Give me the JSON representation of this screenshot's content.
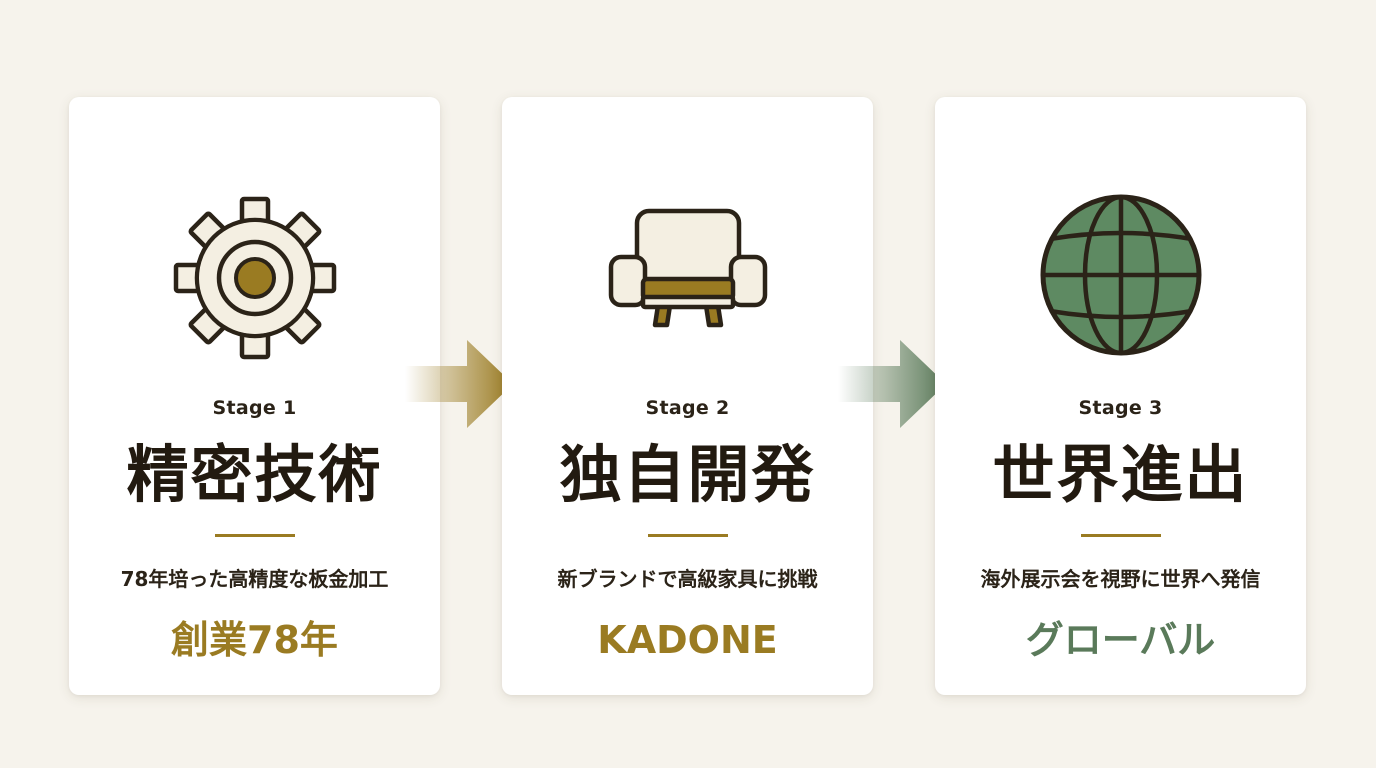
{
  "colors": {
    "background": "#f6f3ec",
    "card": "#ffffff",
    "text_dark": "#221a10",
    "gold": "#9a7b22",
    "green": "#5a7a5a",
    "icon_fill_light": "#f4efe2",
    "globe_green": "#5e8a62"
  },
  "stages": [
    {
      "label": "Stage 1",
      "title": "精密技術",
      "description": "78年培った高精度な板金加工",
      "highlight": "創業78年",
      "icon": "gear-icon",
      "accent": "gold"
    },
    {
      "label": "Stage 2",
      "title": "独自開発",
      "description": "新ブランドで高級家具に挑戦",
      "highlight": "KADONE",
      "icon": "sofa-icon",
      "accent": "gold"
    },
    {
      "label": "Stage 3",
      "title": "世界進出",
      "description": "海外展示会を視野に世界へ発信",
      "highlight": "グローバル",
      "icon": "globe-icon",
      "accent": "green"
    }
  ],
  "arrows": [
    {
      "icon": "arrow-right-icon",
      "color": "gold"
    },
    {
      "icon": "arrow-right-icon",
      "color": "green"
    }
  ]
}
